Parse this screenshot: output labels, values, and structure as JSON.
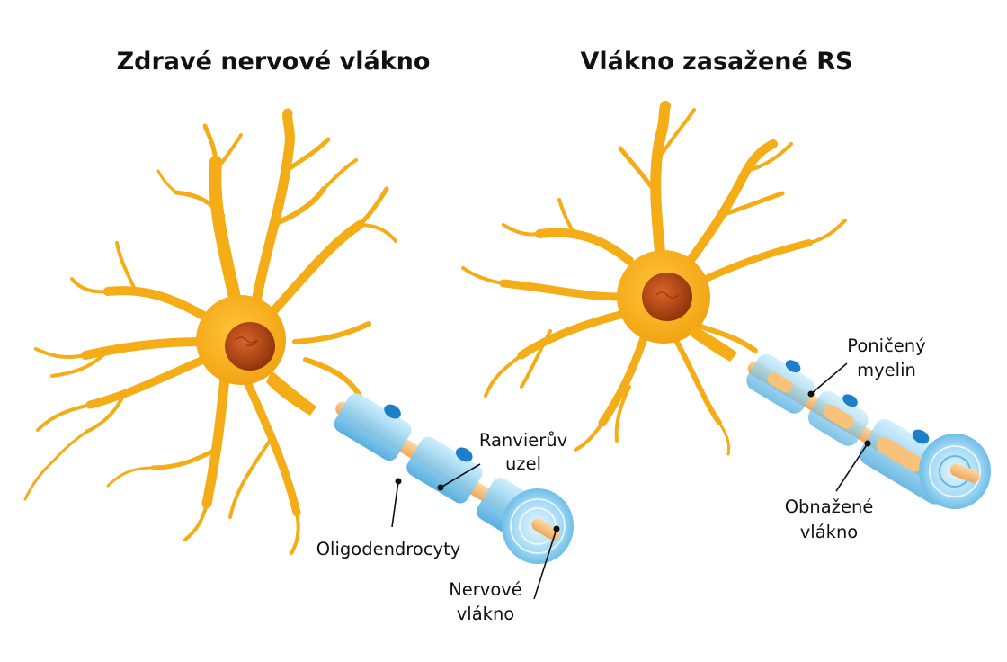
{
  "titles": {
    "healthy": "Zdravé nervové vlákno",
    "ms": "Vlákno zasažené RS"
  },
  "labels": {
    "node_line1": "Ranvierův",
    "node_line2": "uzel",
    "oligodendrocytes": "Oligodendrocyty",
    "nerve_fiber_line1": "Nervové",
    "nerve_fiber_line2": "vlákno",
    "damaged_myelin_line1": "Poničený",
    "damaged_myelin_line2": "myelin",
    "exposed_fiber_line1": "Obnažené",
    "exposed_fiber_line2": "vlákno"
  },
  "colors": {
    "neuron": "#F7B21B",
    "nucleus": "#B84A12",
    "myelin": "#8FD0F0",
    "myelin_dark": "#3FA4DC",
    "axon": "#F8C27A",
    "oligo_nucleus": "#1C7FC9",
    "text": "#111111"
  }
}
